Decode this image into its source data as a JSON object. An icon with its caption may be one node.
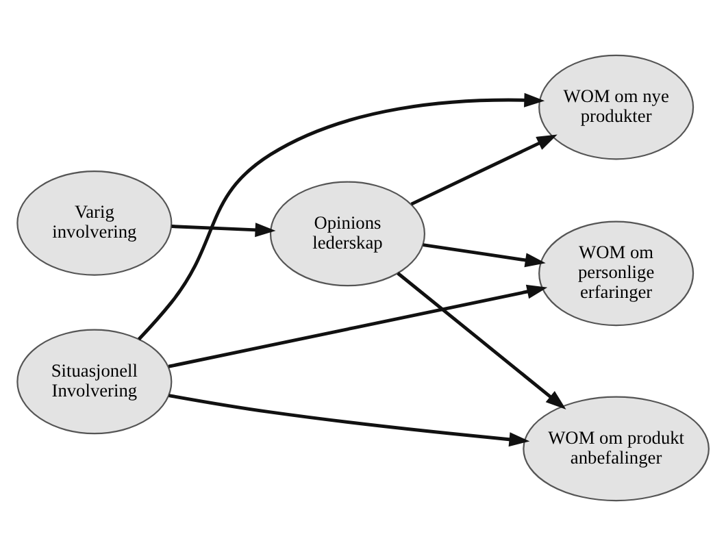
{
  "diagram": {
    "nodes": [
      {
        "text": [
          "Varig involvering"
        ]
      },
      {
        "text": [
          "Opinions lederskap"
        ]
      },
      {
        "text": [
          "Situasjonell Involvering"
        ]
      },
      {
        "text": [
          "WOM om nye produkter"
        ]
      },
      {
        "text": [
          "WOM om produkt anbefalinger"
        ]
      },
      {
        "text": [
          "WOM om personlige erfaringer"
        ]
      }
    ],
    "edges": [
      {
        "from": 0,
        "to": 1,
        "arrow": "to"
      },
      {
        "from": 1,
        "to": 3,
        "arrow": "to"
      },
      {
        "from": 1,
        "to": 4,
        "arrow": "to"
      },
      {
        "from": 1,
        "to": 5,
        "arrow": "to"
      },
      {
        "from": 2,
        "to": 3,
        "arrow": "to"
      },
      {
        "from": 2,
        "to": 4,
        "arrow": "to"
      },
      {
        "from": 2,
        "to": 5,
        "arrow": "to"
      }
    ]
  }
}
